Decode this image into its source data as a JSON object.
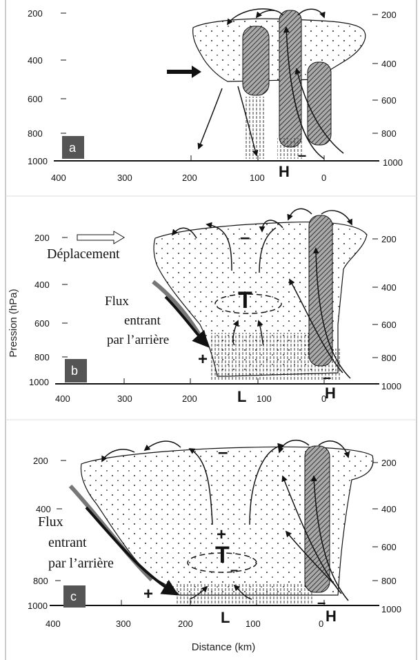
{
  "y_axis_title": "Pression (hPa)",
  "x_axis_title": "Distance (km)",
  "pressure_ticks": [
    "200",
    "400",
    "600",
    "800",
    "1000"
  ],
  "distance_ticks": [
    "400",
    "300",
    "200",
    "100",
    "0"
  ],
  "panels": [
    {
      "id": "a",
      "letter": "a",
      "marks": [
        "H",
        "–"
      ]
    },
    {
      "id": "b",
      "letter": "b",
      "motion_label": "Déplacement",
      "inflow_label": [
        "Flux",
        "entrant",
        "par l’arrière"
      ],
      "marks": [
        "T",
        "–",
        "+",
        "L",
        "H",
        "–"
      ]
    },
    {
      "id": "c",
      "letter": "c",
      "inflow_label": [
        "Flux",
        "entrant",
        "par l’arrière"
      ],
      "marks": [
        "T",
        "+",
        "–",
        "–",
        "+",
        "L",
        "H",
        "–"
      ]
    }
  ]
}
